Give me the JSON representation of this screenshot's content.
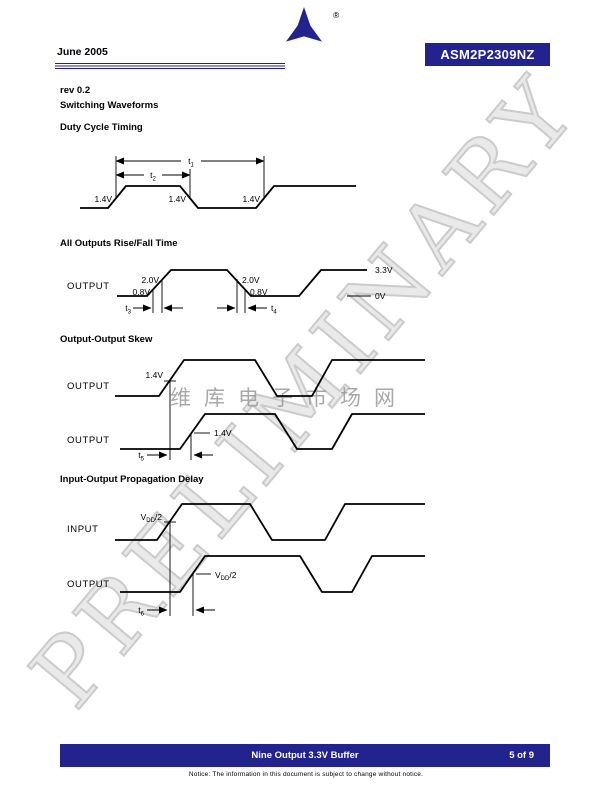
{
  "header": {
    "date": "June 2005",
    "part_number": "ASM2P2309NZ",
    "registered": "®"
  },
  "meta": {
    "rev": "rev 0.2",
    "section_title": "Switching Waveforms"
  },
  "diagrams": {
    "duty_cycle": {
      "title": "Duty Cycle Timing",
      "t1": {
        "base": "t",
        "sub": "1"
      },
      "t2": {
        "base": "t",
        "sub": "2"
      },
      "threshold1": "1.4V",
      "threshold2": "1.4V",
      "threshold3": "1.4V"
    },
    "rise_fall": {
      "title": "All Outputs Rise/Fall Time",
      "signal": "OUTPUT",
      "rise_high": "2.0V",
      "rise_low": "0.8V",
      "fall_high": "2.0V",
      "fall_low": "0.8V",
      "t3": {
        "base": "t",
        "sub": "3"
      },
      "t4": {
        "base": "t",
        "sub": "4"
      },
      "vhigh": "3.3V",
      "vlow": "0V"
    },
    "skew": {
      "title": "Output-Output Skew",
      "signal1": "OUTPUT",
      "signal2": "OUTPUT",
      "threshold1": "1.4V",
      "threshold2": "1.4V",
      "t5": {
        "base": "t",
        "sub": "5"
      }
    },
    "prop_delay": {
      "title": "Input-Output Propagation Delay",
      "signal1": "INPUT",
      "signal2": "OUTPUT",
      "threshold1": {
        "base": "V",
        "sub": "DD",
        "rest": "/2"
      },
      "threshold2": {
        "base": "V",
        "sub": "DD",
        "rest": "/2"
      },
      "t6": {
        "base": "t",
        "sub": "6"
      }
    }
  },
  "watermarks": {
    "diagonal": "PRELIMINARY",
    "chinese": "维库电子市场网"
  },
  "footer": {
    "product": "Nine Output 3.3V Buffer",
    "page": "5 of 9",
    "notice": "Notice:  The information in this document is subject to change without notice."
  },
  "colors": {
    "brand_navy": "#23238f",
    "waveform_black": "#000000",
    "watermark_gray": "#bfbfbf"
  }
}
